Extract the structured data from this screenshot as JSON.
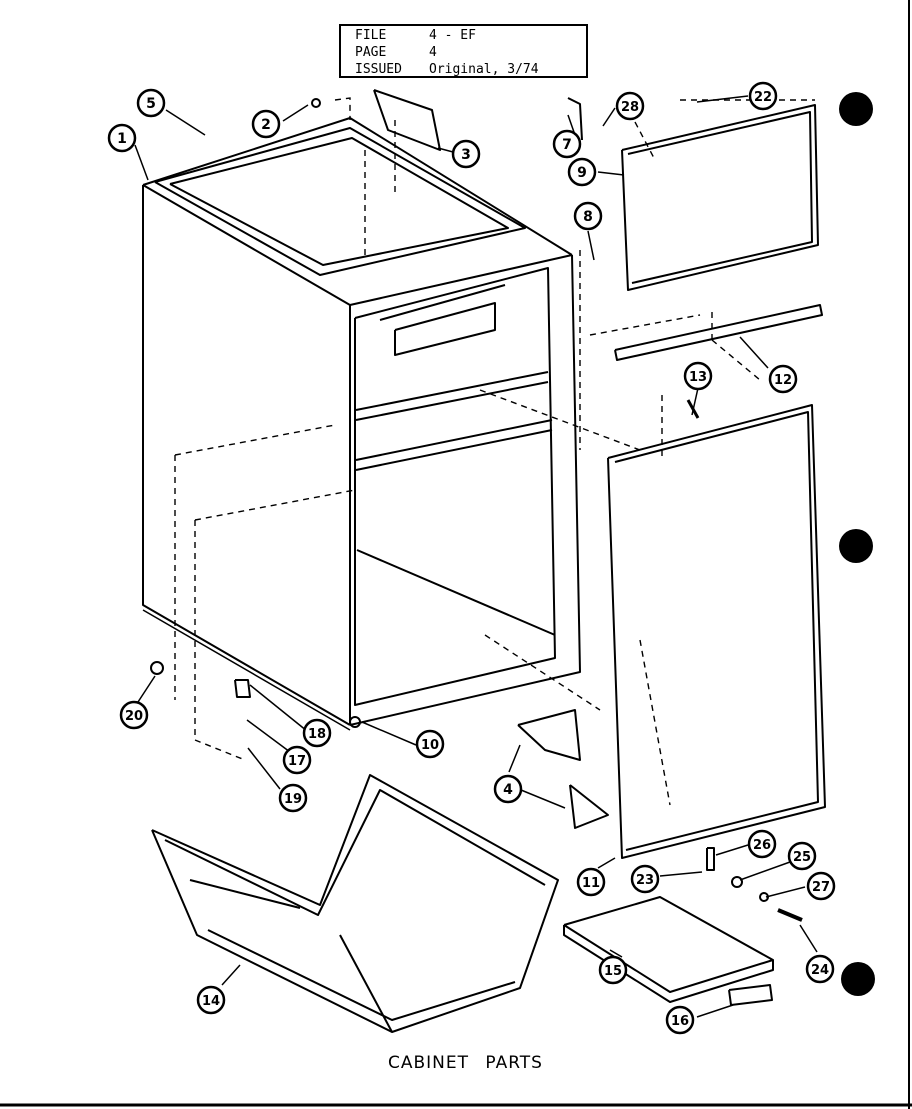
{
  "info_box": {
    "file_label": "FILE",
    "file_value": "4 - EF",
    "page_label": "PAGE",
    "page_value": "4",
    "issued_label": "ISSUED",
    "issued_value": "Original, 3/74"
  },
  "caption": "CABINET  PARTS",
  "callouts": [
    "1",
    "2",
    "3",
    "5",
    "7",
    "28",
    "22",
    "9",
    "8",
    "12",
    "13",
    "20",
    "18",
    "17",
    "19",
    "10",
    "4",
    "11",
    "23",
    "26",
    "25",
    "27",
    "24",
    "14",
    "15",
    "16"
  ]
}
